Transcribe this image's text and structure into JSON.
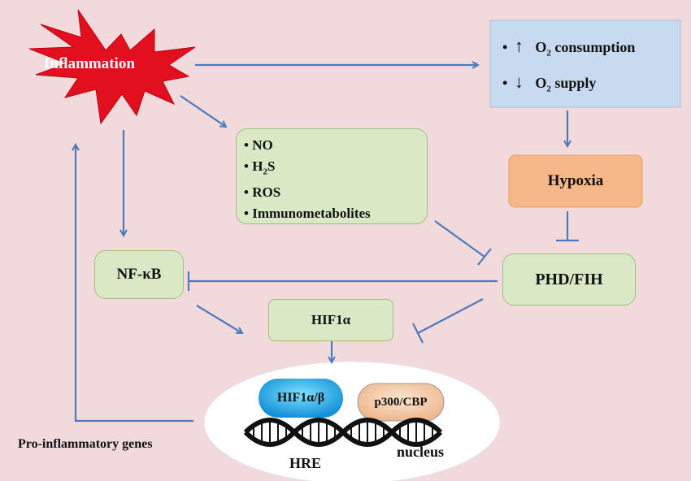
{
  "diagram": {
    "inflammation": "Inflammation",
    "o2_box": {
      "line1_prefix": "O",
      "line1_sub": "2",
      "line1_suffix": " consumption",
      "line2_prefix": "O",
      "line2_sub": "2",
      "line2_suffix": " supply",
      "bullet": "•"
    },
    "hypoxia": "Hypoxia",
    "mediators": {
      "bullet": "•",
      "no": "NO",
      "h2s_prefix": "H",
      "h2s_sub": "2",
      "h2s_suffix": "S",
      "ros": "ROS",
      "immuno": "Immunometabolites"
    },
    "phd_fih": "PHD/FIH",
    "nfkb": "NF-κB",
    "hif1a": "HIF1α",
    "hif1ab": "HIF1α/β",
    "p300": "p300/CBP",
    "nucleus": "nucleus",
    "hre": "HRE",
    "pro_genes": "Pro-inflammatory genes"
  },
  "colors": {
    "background": "#f2d9dc",
    "arrow": "#4a7bbf",
    "burst": "#e0101e",
    "green_box": "#d9e9c6",
    "o2_box": "#c8daf0",
    "hypoxia_box": "#f7b889",
    "hif_capsule": "#1ba8e6",
    "p300_capsule": "#f3c9a6"
  }
}
